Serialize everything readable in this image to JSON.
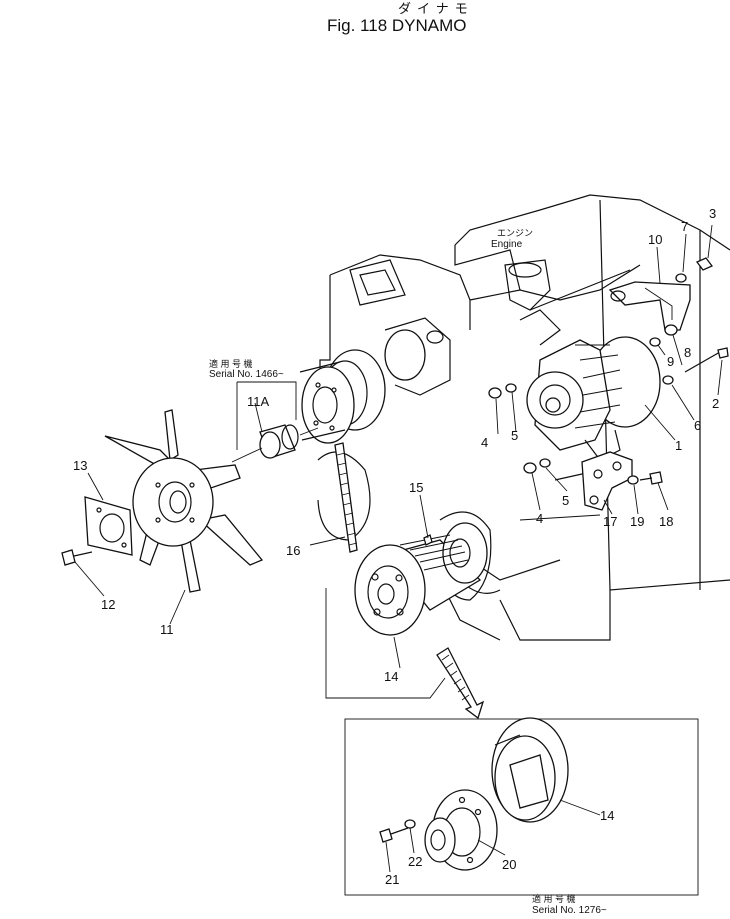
{
  "header": {
    "kana": "ダイナモ",
    "title": "Fig. 118 DYNAMO"
  },
  "engine_label": {
    "kana": "エンジン",
    "text": "Engine"
  },
  "serial_top": {
    "kana": "適 用 号 機",
    "text": "Serial  No. 1466~"
  },
  "serial_bottom": {
    "kana": "適 用 号 機",
    "text": "Serial  No. 1276~"
  },
  "part_numbers": {
    "p1": "1",
    "p2": "2",
    "p3": "3",
    "p4a": "4",
    "p4b": "4",
    "p5a": "5",
    "p5b": "5",
    "p6": "6",
    "p7": "7",
    "p8": "8",
    "p9": "9",
    "p10": "10",
    "p11": "11",
    "p11a": "11A",
    "p12": "12",
    "p13": "13",
    "p14a": "14",
    "p14b": "14",
    "p15": "15",
    "p16": "16",
    "p17": "17",
    "p18": "18",
    "p19": "19",
    "p20": "20",
    "p21": "21",
    "p22": "22"
  }
}
